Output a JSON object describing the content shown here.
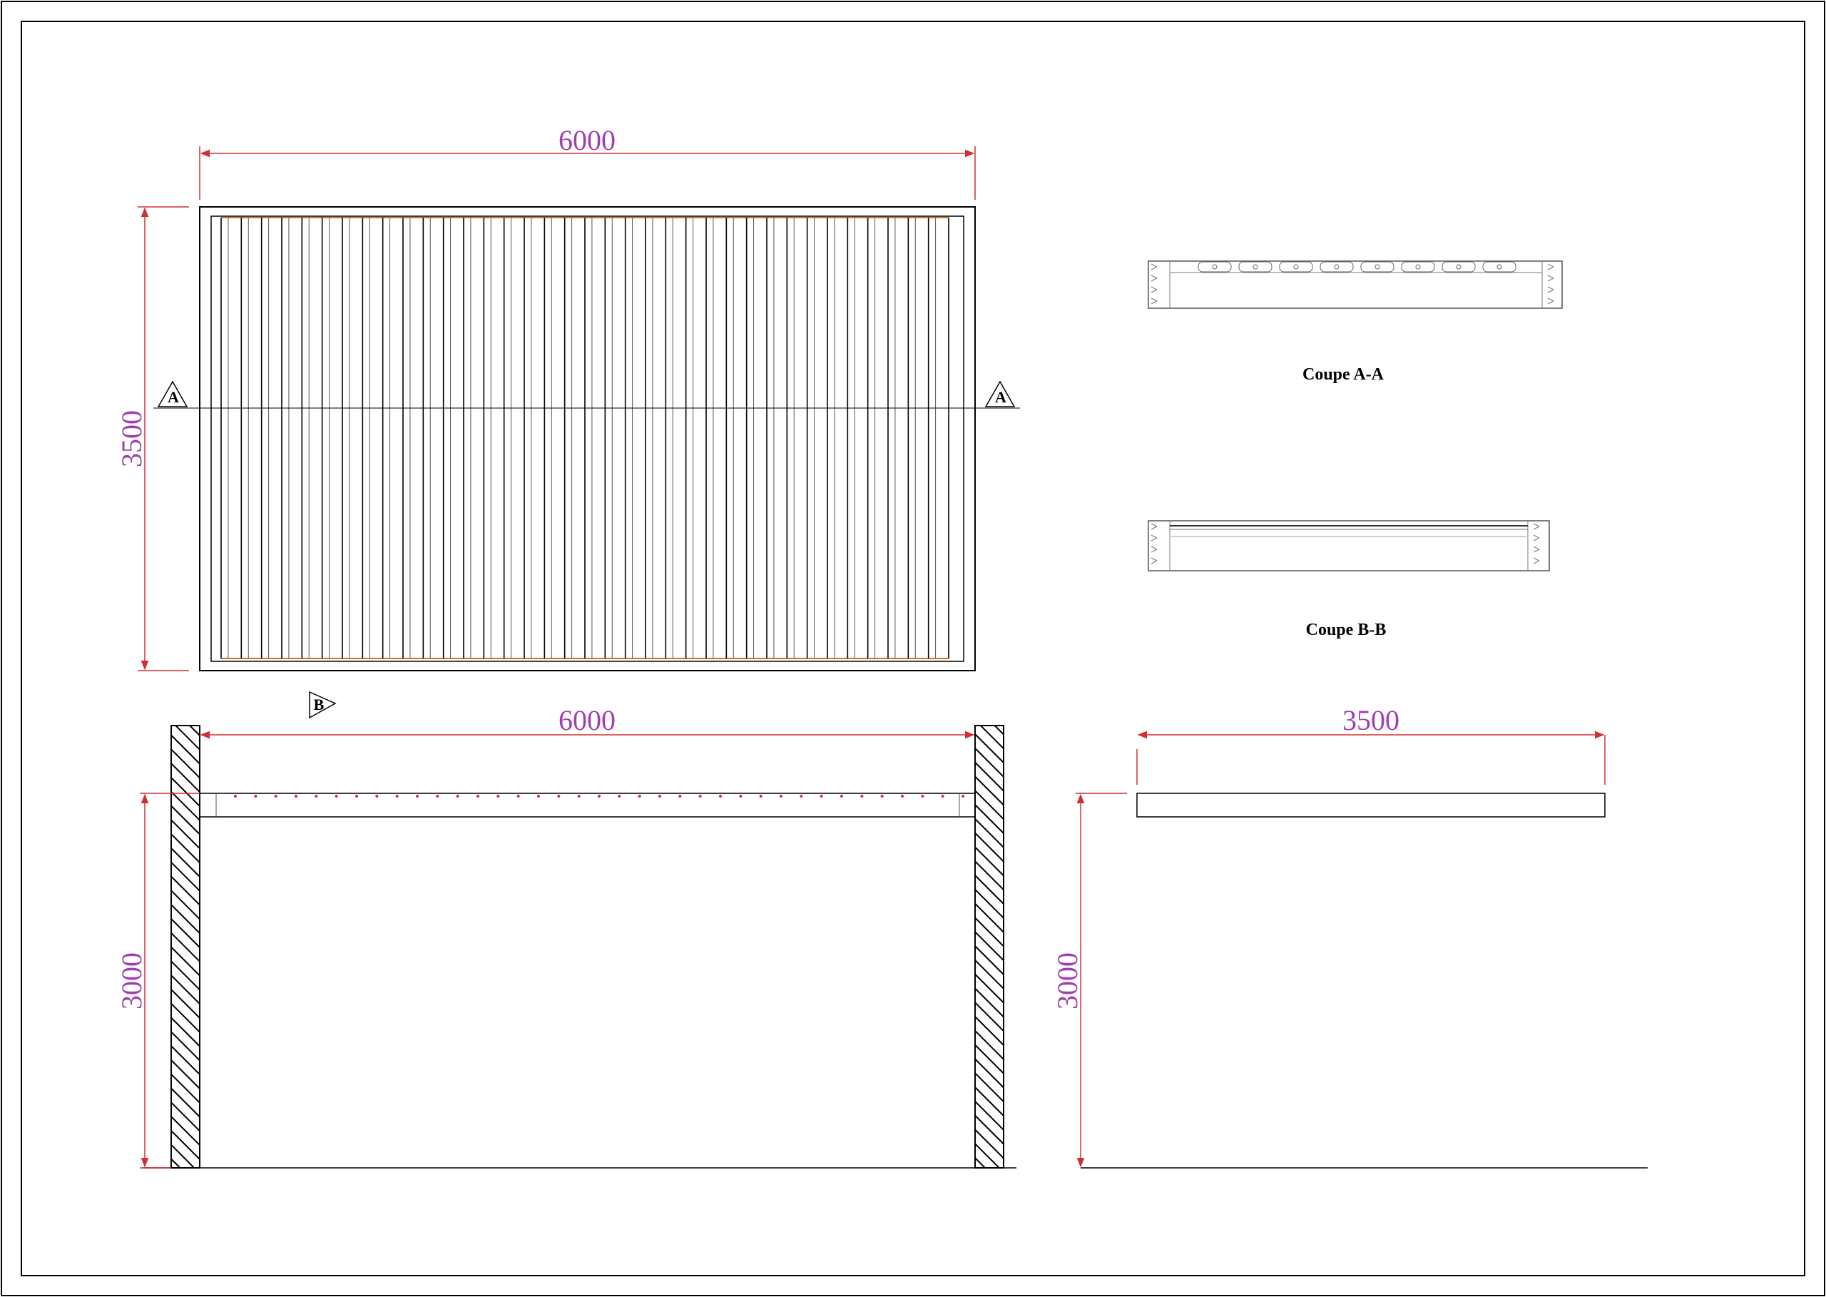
{
  "plan_view": {
    "width_dim": "6000",
    "depth_dim": "3500",
    "section_marker_a": "A",
    "section_marker_b": "B",
    "slat_count": 36
  },
  "front_elevation": {
    "width_dim": "6000",
    "height_dim": "3000"
  },
  "side_elevation": {
    "width_dim": "3500",
    "height_dim": "3000"
  },
  "sections": {
    "section_a_label": "Coupe A-A",
    "section_b_label": "Coupe B-B"
  },
  "colors": {
    "line": "#000000",
    "dimension_line": "#d03030",
    "dimension_text": "#a040b0",
    "slat_edge": "#c87830",
    "grid_line": "#808080"
  }
}
